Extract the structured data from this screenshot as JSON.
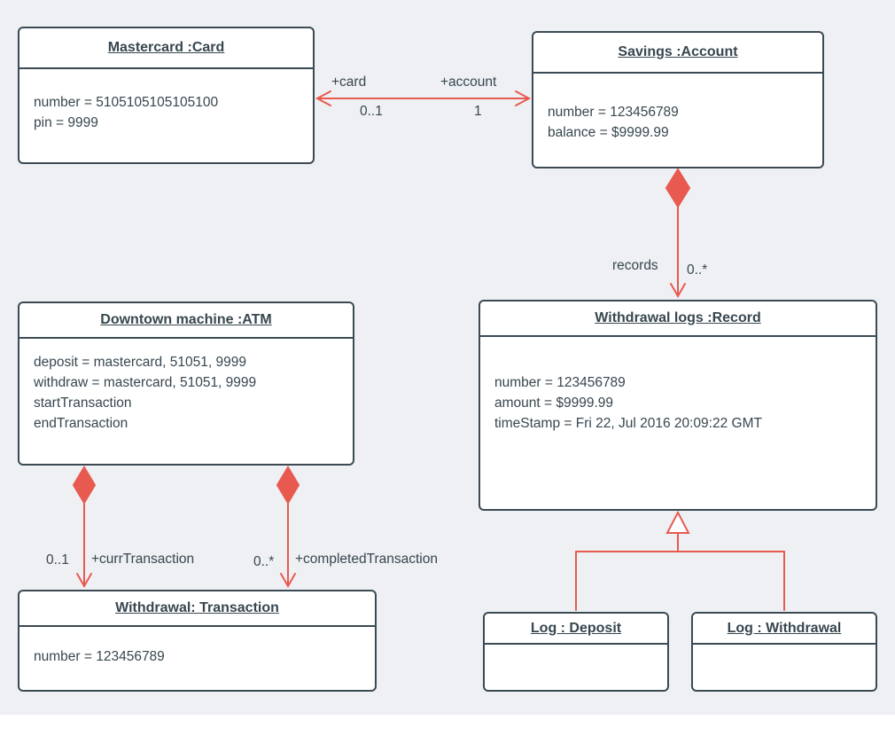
{
  "diagram": {
    "type": "uml-object-diagram",
    "colors": {
      "background": "#eef0f3",
      "node_fill": "#ffffff",
      "node_border": "#3b4a53",
      "text": "#37474f",
      "connector": "#e85a50"
    },
    "boxes": {
      "card": {
        "title": "Mastercard :Card",
        "attributes": [
          "number = 5105105105105100",
          "pin = 9999"
        ]
      },
      "account": {
        "title": "Savings :Account",
        "attributes": [
          "number = 123456789",
          "balance = $9999.99"
        ]
      },
      "atm": {
        "title": "Downtown machine :ATM",
        "attributes": [
          "deposit = mastercard, 51051, 9999",
          "withdraw = mastercard, 51051, 9999",
          "startTransaction",
          "endTransaction"
        ]
      },
      "record": {
        "title": "Withdrawal logs :Record",
        "attributes": [
          "number = 123456789",
          "amount = $9999.99",
          "timeStamp = Fri 22, Jul 2016 20:09:22 GMT"
        ]
      },
      "transaction": {
        "title": "Withdrawal: Transaction",
        "attributes": [
          "number = 123456789"
        ]
      },
      "log_deposit": {
        "title": "Log : Deposit",
        "attributes": []
      },
      "log_withdrawal": {
        "title": "Log : Withdrawal",
        "attributes": []
      }
    },
    "connectors": {
      "card_account": {
        "left_role": "+card",
        "left_mult": "0..1",
        "right_role": "+account",
        "right_mult": "1"
      },
      "account_record": {
        "role": "records",
        "mult": "0..*"
      },
      "atm_curr": {
        "mult": "0..1",
        "role": "+currTransaction"
      },
      "atm_completed": {
        "mult": "0..*",
        "role": "+completedTransaction"
      }
    }
  }
}
